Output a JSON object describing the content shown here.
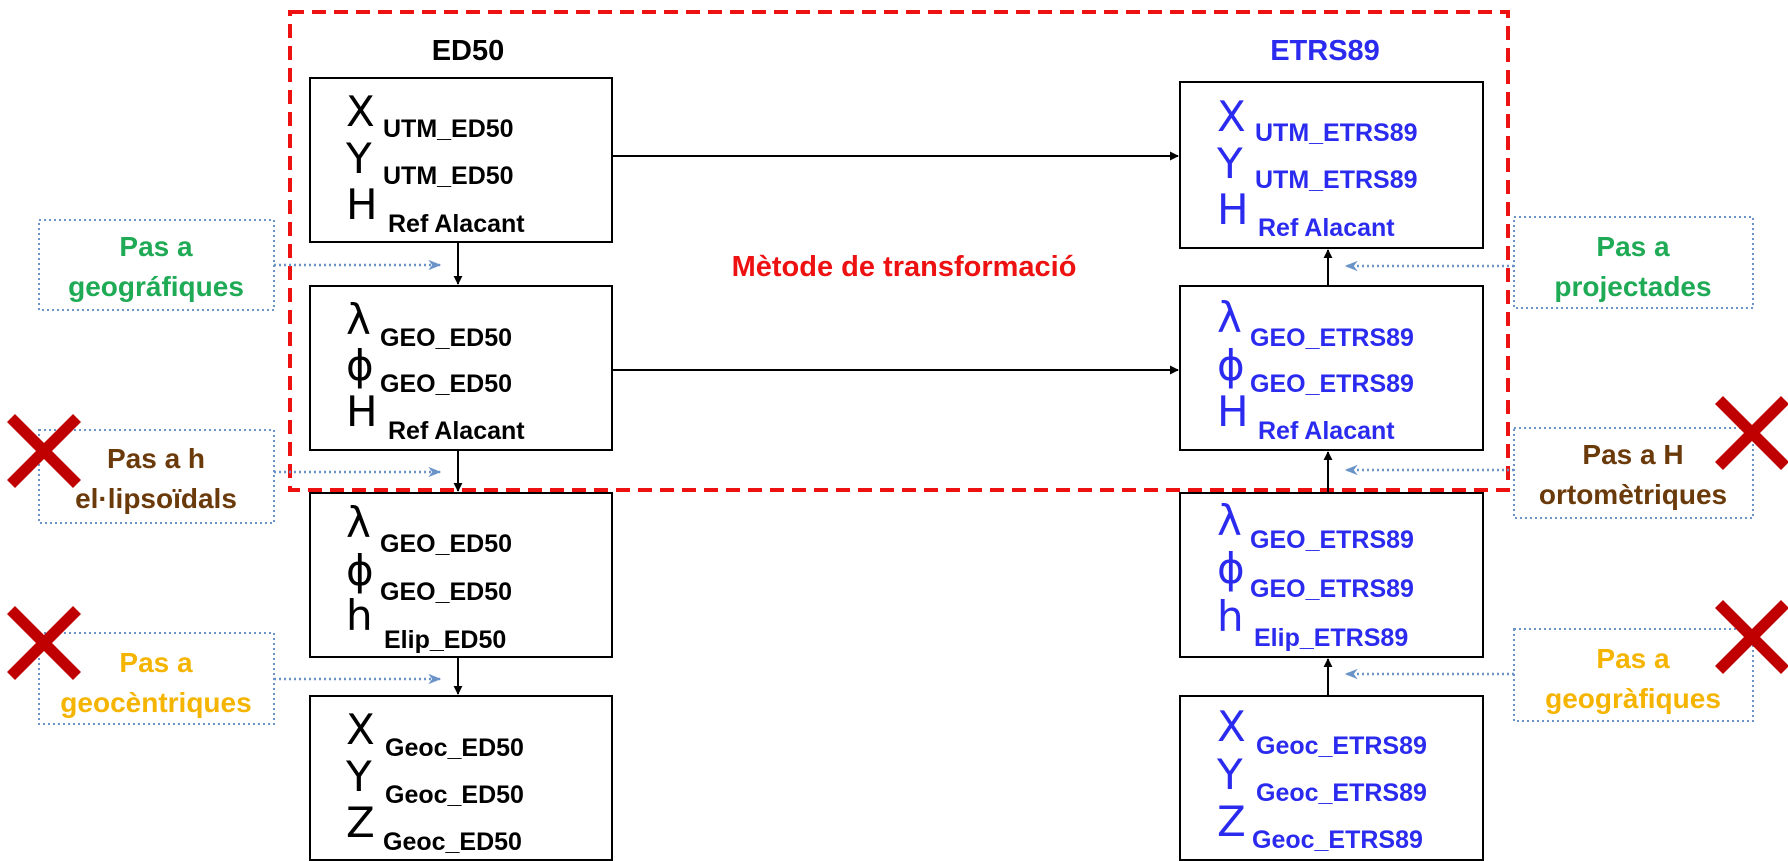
{
  "headers": {
    "left": "ED50",
    "right": "ETRS89"
  },
  "method_label": "Mètode de transformació",
  "left_boxes": [
    {
      "rows": [
        {
          "sym": "X",
          "sub": "UTM_ED50"
        },
        {
          "sym": "Y",
          "sub": "UTM_ED50"
        },
        {
          "sym": "H",
          "sub": "Ref Alacant"
        }
      ]
    },
    {
      "rows": [
        {
          "sym": "λ",
          "sub": "GEO_ED50"
        },
        {
          "sym": "ϕ",
          "sub": "GEO_ED50"
        },
        {
          "sym": "H",
          "sub": "Ref Alacant"
        }
      ]
    },
    {
      "rows": [
        {
          "sym": "λ",
          "sub": "GEO_ED50"
        },
        {
          "sym": "ϕ",
          "sub": "GEO_ED50"
        },
        {
          "sym": "h",
          "sub": "Elip_ED50"
        }
      ]
    },
    {
      "rows": [
        {
          "sym": "X",
          "sub": "Geoc_ED50"
        },
        {
          "sym": "Y",
          "sub": "Geoc_ED50"
        },
        {
          "sym": "Z",
          "sub": "Geoc_ED50"
        }
      ]
    }
  ],
  "right_boxes": [
    {
      "rows": [
        {
          "sym": "X",
          "sub": "UTM_ETRS89"
        },
        {
          "sym": "Y",
          "sub": "UTM_ETRS89"
        },
        {
          "sym": "H",
          "sub": "Ref Alacant"
        }
      ]
    },
    {
      "rows": [
        {
          "sym": "λ",
          "sub": "GEO_ETRS89"
        },
        {
          "sym": "ϕ",
          "sub": "GEO_ETRS89"
        },
        {
          "sym": "H",
          "sub": "Ref Alacant"
        }
      ]
    },
    {
      "rows": [
        {
          "sym": "λ",
          "sub": "GEO_ETRS89"
        },
        {
          "sym": "ϕ",
          "sub": "GEO_ETRS89"
        },
        {
          "sym": "h",
          "sub": "Elip_ETRS89"
        }
      ]
    },
    {
      "rows": [
        {
          "sym": "X",
          "sub": "Geoc_ETRS89"
        },
        {
          "sym": "Y",
          "sub": "Geoc_ETRS89"
        },
        {
          "sym": "Z",
          "sub": "Geoc_ETRS89"
        }
      ]
    }
  ],
  "left_steps": [
    {
      "line1": "Pas a",
      "line2": "geográfiques",
      "blocked": false
    },
    {
      "line1": "Pas a h",
      "line2": "el·lipsoïdals",
      "blocked": true
    },
    {
      "line1": "Pas a",
      "line2": "geocèntriques",
      "blocked": true
    }
  ],
  "right_steps": [
    {
      "line1": "Pas a",
      "line2": "projectades",
      "blocked": false
    },
    {
      "line1": "Pas a H",
      "line2": "ortomètriques",
      "blocked": true
    },
    {
      "line1": "Pas a",
      "line2": "geogràfiques",
      "blocked": true
    }
  ],
  "colors": {
    "left_text": "#000000",
    "right_text": "#2b2bf0",
    "method": "#ee1111",
    "step_green": "#1faa55",
    "step_brown": "#6b3a0a",
    "step_yellow": "#f4b400",
    "dotted_border": "#6a93c8",
    "cross": "#c00000"
  }
}
